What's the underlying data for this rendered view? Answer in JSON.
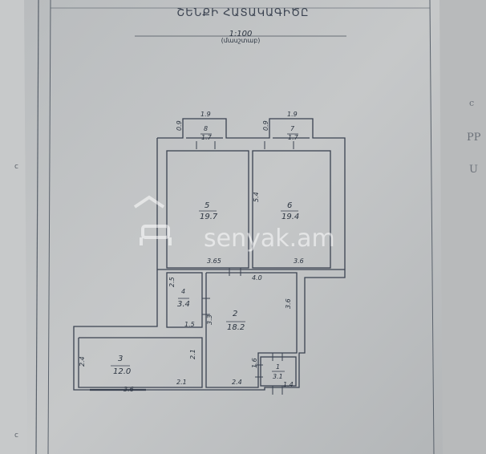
{
  "document": {
    "title": "ՇԵՆՔԻ ՀԱՏԱԿԱԳԻԾԸ",
    "scale": "1:100",
    "scale_unit": "(մասշտաբ)"
  },
  "rooms": [
    {
      "number": "1",
      "area": "3.1"
    },
    {
      "number": "2",
      "area": "18.2"
    },
    {
      "number": "3",
      "area": "12.0"
    },
    {
      "number": "4",
      "area": "3.4"
    },
    {
      "number": "5",
      "area": "19.7"
    },
    {
      "number": "6",
      "area": "19.4"
    },
    {
      "number": "7",
      "area": "1.7"
    },
    {
      "number": "8",
      "area": "1.7"
    }
  ],
  "dimensions": {
    "balcony8_width": "1.9",
    "balcony8_depth": "0.9",
    "balcony7_width": "1.9",
    "balcony7_depth": "0.9",
    "room5_width": "3.65",
    "room6_width": "3.6",
    "room6_depth": "5.4",
    "room2_width": "4.0",
    "room2_depth": "3.6",
    "room2_left": "3.3",
    "room4_depth": "2.5",
    "room4_width": "1.5",
    "room3_depth": "2.4",
    "room3_right": "2.1",
    "room3_width": "3.6",
    "room3_bottom_right": "2.1",
    "bottom_mid": "2.4",
    "room1_depth": "1.6",
    "room1_width": "1.4"
  },
  "watermark": "senyak.am",
  "colors": {
    "paper": "#c4c6c7",
    "lines": "#3a4250"
  }
}
